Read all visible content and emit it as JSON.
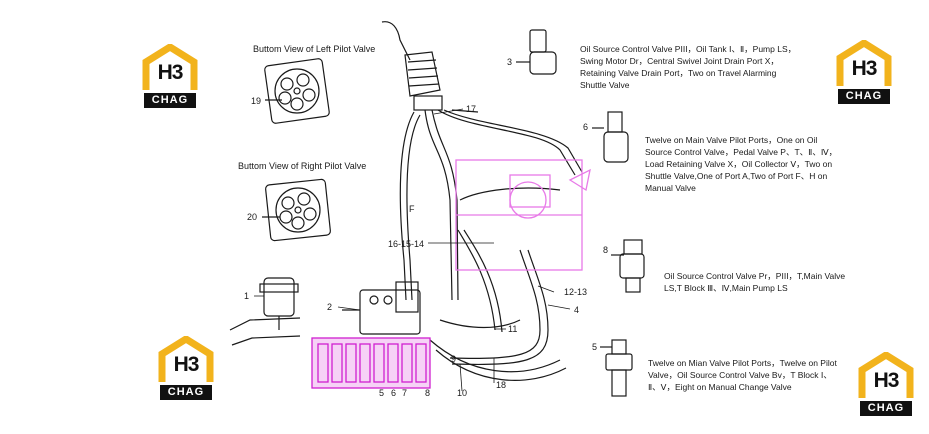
{
  "views": {
    "left_title": "Buttom View of Left Pilot Valve",
    "right_title": "Buttom View of Right Pilot Valve"
  },
  "descriptions": {
    "part3": "Oil Source Control Valve PIII，Oil Tank Ⅰ、Ⅱ，Pump LS，Swing Motor Dr，Central Swivel Joint Drain Port X，Retaining Valve Drain Port，Two on Travel Alarming Shuttle Valve",
    "part6": "Twelve on Main Valve Pilot Ports，One on Oil Source Control Valve，Pedal Valve P、T、Ⅱ、Ⅳ，Load Retaining Valve X，Oil Collector Ⅴ，Two on Shuttle Valve,One of Port A,Two of Port F、H on Manual Valve",
    "part8": "Oil Source Control Valve Pr，PIII，T,Main Valve LS,T Block Ⅲ、Ⅳ,Main Pump LS",
    "part5": "Twelve on Mian Valve Pilot Ports，Twelve on Pilot Valve，Oil Source Control Valve Bv，T Block Ⅰ、Ⅱ、Ⅴ，Eight on Manual Change Valve"
  },
  "part_labels": {
    "p1": "1",
    "p2": "2",
    "p3": "3",
    "p4": "4",
    "p5_main": "5",
    "p5_side": "5",
    "p6_main": "6",
    "p6_side": "6",
    "p7": "7",
    "p8_main": "8",
    "p8_side": "8",
    "p9": "9",
    "p10": "10",
    "p11": "11",
    "p12_13": "12-13",
    "p16_15_14": "16-15-14",
    "p17": "17",
    "p18": "18",
    "p19": "19",
    "p20": "20",
    "pF": "F"
  },
  "watermark": {
    "mark": "H3",
    "brand": "CHAG",
    "accent": "#f2b31c",
    "dark": "#111111"
  },
  "colors": {
    "line": "#1a1a1a",
    "magenta": "#d01fd0",
    "magenta_light": "#e87ae8"
  }
}
